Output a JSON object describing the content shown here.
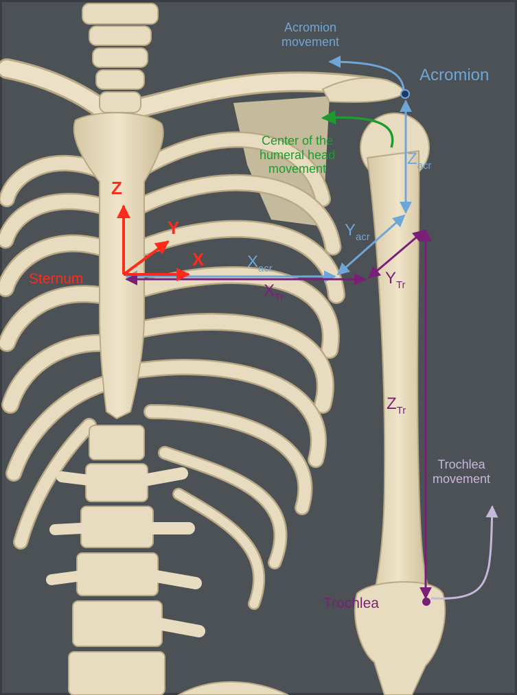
{
  "colors": {
    "background": "#4c5155",
    "bone": "#e8dcc0",
    "bone_shadow": "#b9a985",
    "sternum_axes": "#ff2a1a",
    "acromion": "#6fa6d9",
    "humeral_head": "#1f9a2e",
    "trochlea": "#7a1f78",
    "trochlea_movement": "#c8b7dc"
  },
  "labels": {
    "acromion_movement": [
      "Acromion",
      "movement"
    ],
    "acromion": "Acromion",
    "humeral_head_movement": [
      "Center of the",
      "humeral head",
      "movement"
    ],
    "z_axis": "Z",
    "y_axis": "Y",
    "x_axis": "X",
    "sternum": "Sternum",
    "z_acr": {
      "base": "Z",
      "sub": "acr"
    },
    "y_acr": {
      "base": "Y",
      "sub": "acr"
    },
    "x_acr": {
      "base": "X",
      "sub": "acr"
    },
    "x_tr": {
      "base": "X",
      "sub": "Tr"
    },
    "y_tr": {
      "base": "Y",
      "sub": "Tr"
    },
    "z_tr": {
      "base": "Z",
      "sub": "Tr"
    },
    "trochlea_movement": [
      "Trochlea",
      "movement"
    ],
    "trochlea": "Trochlea"
  }
}
